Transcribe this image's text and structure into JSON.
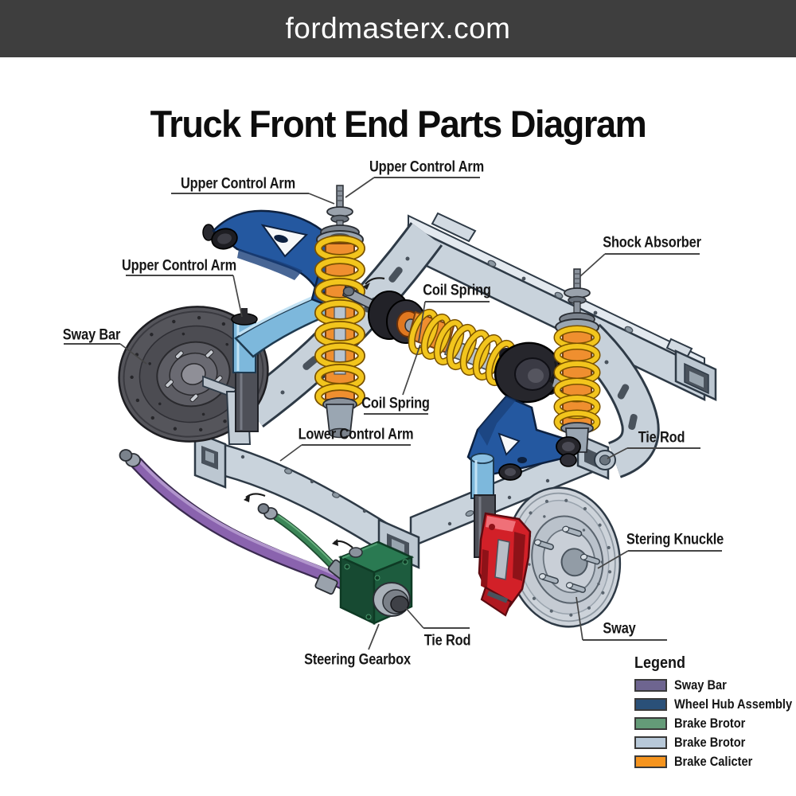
{
  "header": {
    "site_name": "fordmasterx.com"
  },
  "title": "Truck Front End Parts Diagram",
  "part_labels": [
    {
      "id": "upper-control-arm-top",
      "text": "Upper Control Arm"
    },
    {
      "id": "upper-control-arm-left",
      "text": "Upper Control Arm"
    },
    {
      "id": "upper-control-arm-lower",
      "text": "Upper Control Arm"
    },
    {
      "id": "sway-bar",
      "text": "Sway Bar"
    },
    {
      "id": "shock-absorber",
      "text": "Shock Absorber"
    },
    {
      "id": "coil-spring-upper",
      "text": "Coil Spring"
    },
    {
      "id": "coil-spring-lower",
      "text": "Coil Spring"
    },
    {
      "id": "lower-control-arm",
      "text": "Lower Control Arm"
    },
    {
      "id": "tie-rod-right",
      "text": "Tie Rod"
    },
    {
      "id": "stering-knuckle",
      "text": "Stering Knuckle"
    },
    {
      "id": "sway",
      "text": "Sway"
    },
    {
      "id": "tie-rod-bottom",
      "text": "Tie Rod"
    },
    {
      "id": "steering-gearbox",
      "text": "Steering Gearbox"
    }
  ],
  "legend": {
    "heading": "Legend",
    "items": [
      {
        "label": "Sway Bar",
        "color": "#6e6590"
      },
      {
        "label": "Wheel Hub Assembly",
        "color": "#2a5078"
      },
      {
        "label": "Brake Brotor",
        "color": "#649b78"
      },
      {
        "label": "Brake Brotor",
        "color": "#b8c9d9"
      },
      {
        "label": "Brake Calicter",
        "color": "#f5941e"
      }
    ]
  }
}
